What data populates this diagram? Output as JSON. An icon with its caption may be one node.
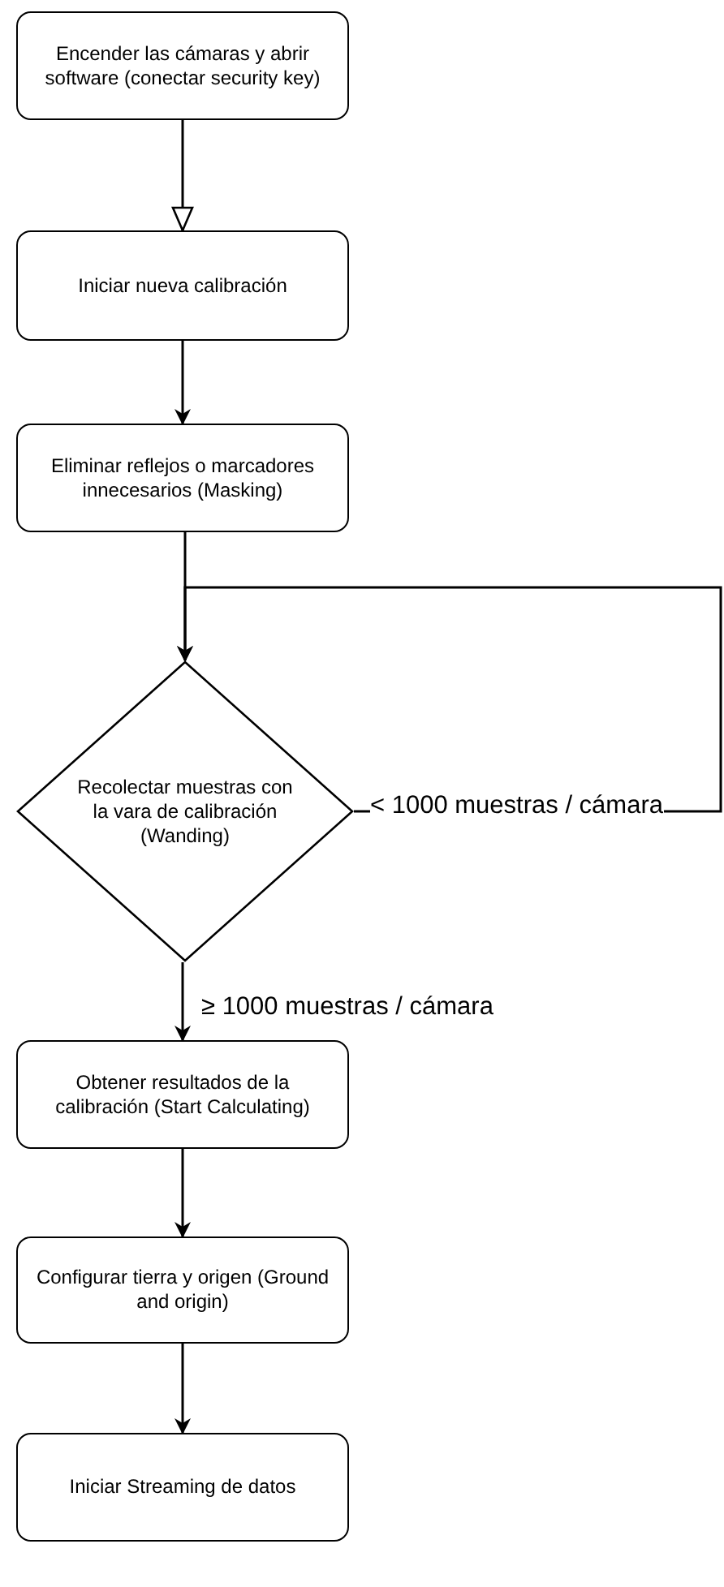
{
  "diagram": {
    "nodes": [
      {
        "text": [
          "Encender las cámaras y abrir software (conectar security key)"
        ]
      },
      {
        "text": [
          "Iniciar nueva calibración"
        ]
      },
      {
        "text": [
          "Eliminar reflejos o marcadores innecesarios (Masking)"
        ]
      },
      {
        "text": [
          "Recolectar muestras con la vara de calibración (Wanding)"
        ]
      },
      {
        "text": [
          "Obtener resultados de la calibración  (Start Calculating)"
        ]
      },
      {
        "text": [
          "Configurar tierra y origen (Ground and origin)"
        ]
      },
      {
        "text": [
          "Iniciar Streaming de datos"
        ]
      }
    ],
    "edges": [
      {
        "from": 0,
        "to": 1,
        "arrow": "to"
      },
      {
        "from": 1,
        "to": 2,
        "arrow": "to"
      },
      {
        "from": 2,
        "to": 3,
        "arrow": "to"
      },
      {
        "from": 3,
        "to": 3,
        "arrow": "to",
        "label": "< 1000 muestras / cámara"
      },
      {
        "from": 3,
        "to": 4,
        "arrow": "to",
        "label": "≥ 1000 muestras / cámara"
      },
      {
        "from": 4,
        "to": 5,
        "arrow": "to"
      },
      {
        "from": 5,
        "to": 6,
        "arrow": "to"
      }
    ]
  }
}
